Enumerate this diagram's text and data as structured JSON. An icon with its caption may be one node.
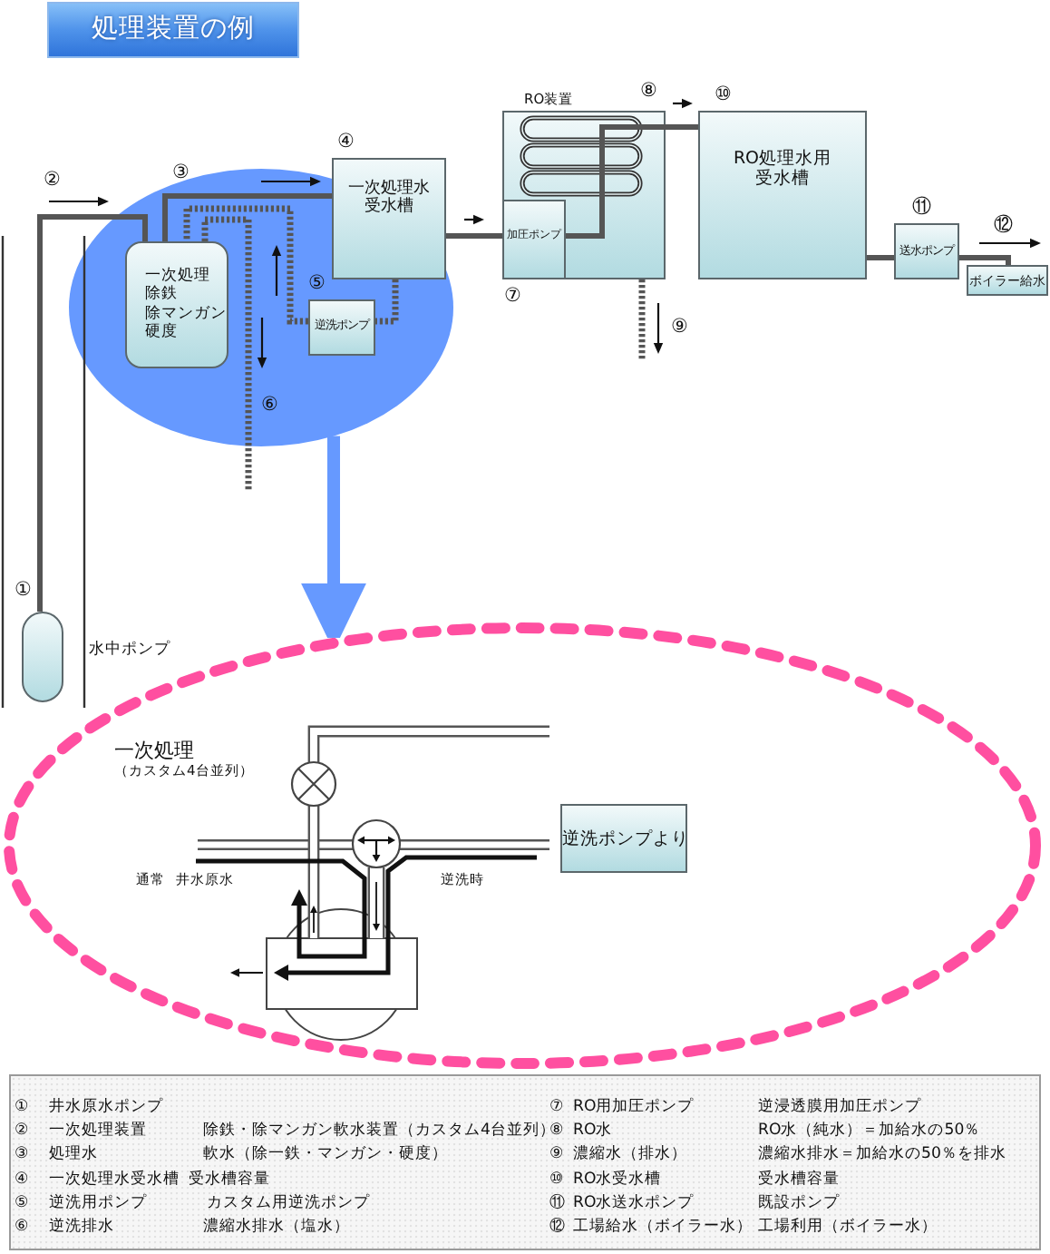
{
  "diagram": {
    "title": "処理装置の例",
    "nodes": [
      {
        "text": [],
        "shape": "cylinder",
        "beside": [
          "①",
          "水中ポンプ"
        ]
      },
      {
        "text": [],
        "shape": "ellipse"
      },
      {
        "text": [
          "一次処理",
          "除鉄",
          "除マンガン",
          "硬度"
        ],
        "in": 1
      },
      {
        "text": [
          "逆洗ポンプ"
        ],
        "in": 1,
        "beside": [
          "⑤"
        ]
      },
      {
        "text": [
          "一次処理水受水槽"
        ],
        "beside": [
          "④"
        ]
      },
      {
        "text": [
          "RO装置"
        ]
      },
      {
        "text": [
          "加圧ポンプ"
        ],
        "in": 5,
        "beside": [
          "⑦"
        ]
      },
      {
        "text": [
          "RO処理水用受水槽"
        ],
        "beside": [
          "⑩"
        ]
      },
      {
        "text": [
          "送水ポンプ"
        ],
        "beside": [
          "⑪"
        ]
      },
      {
        "text": [
          "ボイラー給水"
        ]
      },
      {
        "text": [
          "一次処理",
          "（カスタム4台並列）"
        ]
      },
      {
        "text": [
          "逆洗ポンプより"
        ],
        "in": 10
      }
    ],
    "edges": [
      {
        "from": 0,
        "to": 2,
        "arrow": "none"
      },
      {
        "from": 2,
        "to": 4,
        "arrow": "none"
      },
      {
        "from": 4,
        "to": 3,
        "arrow": "none",
        "style": "dashed"
      },
      {
        "from": 3,
        "to": 2,
        "arrow": "none",
        "style": "dashed"
      },
      {
        "from": 2,
        "to": null,
        "arrow": "none",
        "style": "dashed"
      },
      {
        "from": 4,
        "to": 6,
        "arrow": "none"
      },
      {
        "from": 6,
        "to": 7,
        "arrow": "none"
      },
      {
        "from": 5,
        "to": null,
        "arrow": "none",
        "style": "dashed"
      },
      {
        "from": 7,
        "to": 8,
        "arrow": "none"
      },
      {
        "from": 8,
        "to": 9,
        "arrow": "none"
      },
      {
        "from": 1,
        "to": 10,
        "arrow": "to",
        "style": "thick",
        "color": "#6699ff"
      }
    ],
    "labels": [
      "②",
      "③",
      "⑥",
      "⑧",
      "⑨",
      "⑫",
      "通常",
      "井水原水",
      "逆洗時",
      "①",
      "井水原水ポンプ",
      "②",
      "一次処理装置",
      "除鉄・除マンガン軟水装置（カスタム4台並列）",
      "③",
      "処理水",
      "軟水（除一鉄・マンガン・硬度）",
      "④",
      "一次処理水受水槽",
      "受水槽容量",
      "⑤",
      "逆洗用ポンプ",
      "カスタム用逆洗ポンプ",
      "⑥",
      "逆洗排水",
      "濃縮水排水（塩水）",
      "⑦",
      "RO用加圧ポンプ",
      "逆浸透膜用加圧ポンプ",
      "⑧",
      "RO水",
      "RO水（純水）＝加給水の50％",
      "⑨",
      "濃縮水（排水）",
      "濃縮水排水＝加給水の50％を排水",
      "⑩",
      "RO水受水槽",
      "受水槽容量",
      "⑪",
      "RO水送水ポンプ",
      "既設ポンプ",
      "⑫",
      "工場給水（ボイラー水）",
      "工場利用（ボイラー水）"
    ]
  }
}
